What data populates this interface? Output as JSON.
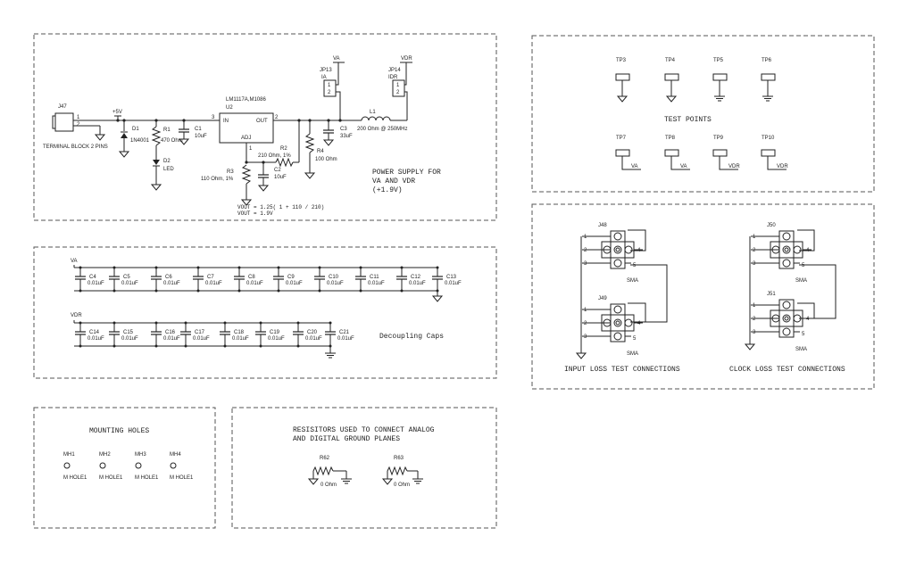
{
  "power_supply": {
    "j47": "J47",
    "terminal_block": "TERMINAL BLOCK 2 PINS",
    "pin1": "1",
    "pin2": "2",
    "plus5v": "+5V",
    "d1": "D1",
    "d1_part": "1N4001",
    "r1": "R1",
    "r1_val": "470 Ohm",
    "d2": "D2",
    "d2_part": "LED",
    "c1": "C1",
    "c1_val": "10uF",
    "reg_part": "LM1117A,M1086",
    "u2": "U2",
    "reg_in": "IN",
    "reg_out": "OUT",
    "reg_adj": "ADJ",
    "reg_pin3": "3",
    "reg_pin2": "2",
    "reg_pin1": "1",
    "r2": "R2",
    "r2_val": "210 Ohm, 1%",
    "r3": "R3",
    "r3_val": "110 Ohm, 1%",
    "c2": "C2",
    "c2_val": "10uF",
    "r4": "R4",
    "r4_val": "100 Ohm",
    "c3": "C3",
    "c3_val": "33uF",
    "l1": "L1",
    "l1_val": "200 Ohm @ 250MHz",
    "jp13": "JP13",
    "jp13_label": "IA",
    "jp14": "JP14",
    "jp14_label": "IDR",
    "va": "VA",
    "vdr": "VDR",
    "jp_pin1": "1",
    "jp_pin2": "2",
    "formula1": "VOUT = 1.25( 1 + 110 / 210)",
    "formula2": "VOUT = 1.9V",
    "title1": "POWER SUPPLY FOR",
    "title2": "VA AND VDR",
    "title3": "(+1.9V)"
  },
  "test_points": {
    "title": "TEST POINTS",
    "top": [
      "TP3",
      "TP4",
      "TP5",
      "TP6"
    ],
    "bottom": [
      "TP7",
      "TP8",
      "TP9",
      "TP10"
    ],
    "bottom_nets": [
      "VA",
      "VA",
      "VDR",
      "VDR"
    ]
  },
  "decoupling": {
    "title": "Decoupling Caps",
    "va_label": "VA",
    "vdr_label": "VDR",
    "row1": [
      {
        "ref": "C4",
        "val": "0.01uF"
      },
      {
        "ref": "C5",
        "val": "0.01uF"
      },
      {
        "ref": "C6",
        "val": "0.01uF"
      },
      {
        "ref": "C7",
        "val": "0.01uF"
      },
      {
        "ref": "C8",
        "val": "0.01uF"
      },
      {
        "ref": "C9",
        "val": "0.01uF"
      },
      {
        "ref": "C10",
        "val": "0.01uF"
      },
      {
        "ref": "C11",
        "val": "0.01uF"
      },
      {
        "ref": "C12",
        "val": "0.01uF"
      },
      {
        "ref": "C13",
        "val": "0.01uF"
      }
    ],
    "row2": [
      {
        "ref": "C14",
        "val": "0.01uF"
      },
      {
        "ref": "C15",
        "val": "0.01uF"
      },
      {
        "ref": "C16",
        "val": "0.01uF"
      },
      {
        "ref": "C17",
        "val": "0.01uF"
      },
      {
        "ref": "C18",
        "val": "0.01uF"
      },
      {
        "ref": "C19",
        "val": "0.01uF"
      },
      {
        "ref": "C20",
        "val": "0.01uF"
      },
      {
        "ref": "C21",
        "val": "0.01uF"
      }
    ]
  },
  "sma": {
    "input_title": "INPUT LOSS TEST CONNECTIONS",
    "clock_title": "CLOCK LOSS TEST CONNECTIONS",
    "connector_label": "SMA",
    "j48": "J48",
    "j49": "J49",
    "j50": "J50",
    "j51": "J51",
    "pins": [
      "1",
      "2",
      "3",
      "4",
      "5"
    ]
  },
  "mounting": {
    "title": "MOUNTING HOLES",
    "holes": [
      {
        "ref": "MH1",
        "part": "M HOLE1"
      },
      {
        "ref": "MH2",
        "part": "M HOLE1"
      },
      {
        "ref": "MH3",
        "part": "M HOLE1"
      },
      {
        "ref": "MH4",
        "part": "M HOLE1"
      }
    ]
  },
  "resistors": {
    "title1": "RESISITORS USED TO CONNECT ANALOG",
    "title2": "AND DIGITAL GROUND PLANES",
    "r62": "R62",
    "r62_val": "0 Ohm",
    "r63": "R63",
    "r63_val": "0 Ohm"
  }
}
